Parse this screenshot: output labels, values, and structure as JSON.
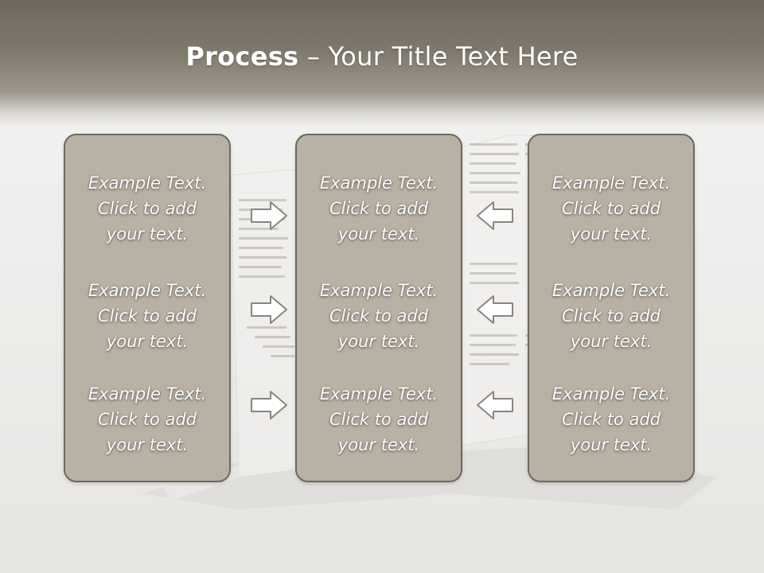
{
  "title": {
    "bold": "Process",
    "rest": " – Your Title Text Here"
  },
  "panels": [
    {
      "items": [
        {
          "l1": "Example Text.",
          "l2": "Click  to add",
          "l3": "your text."
        },
        {
          "l1": "Example Text.",
          "l2": "Click  to add",
          "l3": "your text."
        },
        {
          "l1": "Example Text.",
          "l2": "Click  to add",
          "l3": "your text."
        }
      ]
    },
    {
      "items": [
        {
          "l1": "Example Text.",
          "l2": "Click  to add",
          "l3": "your text."
        },
        {
          "l1": "Example Text.",
          "l2": "Click  to add",
          "l3": "your text."
        },
        {
          "l1": "Example Text.",
          "l2": "Click  to add",
          "l3": "your text."
        }
      ]
    },
    {
      "items": [
        {
          "l1": "Example Text.",
          "l2": "Click  to add",
          "l3": "your text."
        },
        {
          "l1": "Example Text.",
          "l2": "Click  to add",
          "l3": "your text."
        },
        {
          "l1": "Example Text.",
          "l2": "Click  to add",
          "l3": "your text."
        }
      ]
    }
  ],
  "arrows": [
    {
      "direction": "right"
    },
    {
      "direction": "right"
    },
    {
      "direction": "right"
    },
    {
      "direction": "left"
    },
    {
      "direction": "left"
    },
    {
      "direction": "left"
    }
  ],
  "colors": {
    "panel_fill": "#b9b1a3",
    "panel_border": "#6d675d",
    "header": "#7a7468",
    "arrow_stroke": "#8a857d",
    "arrow_fill": "#ffffff"
  }
}
